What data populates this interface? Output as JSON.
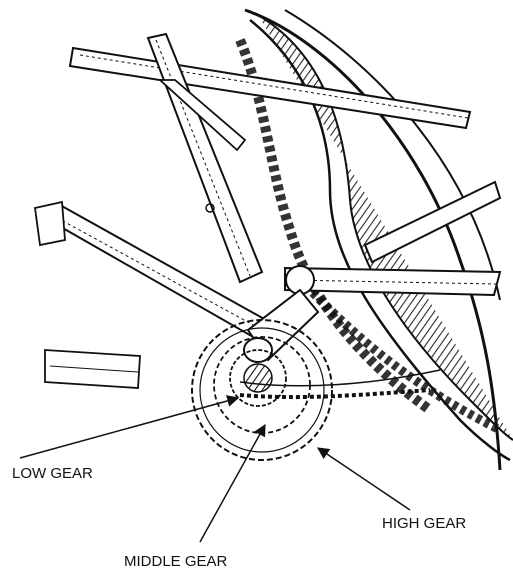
{
  "labels": {
    "low_gear": "LOW GEAR",
    "middle_gear": "MIDDLE GEAR",
    "high_gear": "HIGH GEAR"
  },
  "colors": {
    "ink": "#111111",
    "background": "#ffffff"
  }
}
